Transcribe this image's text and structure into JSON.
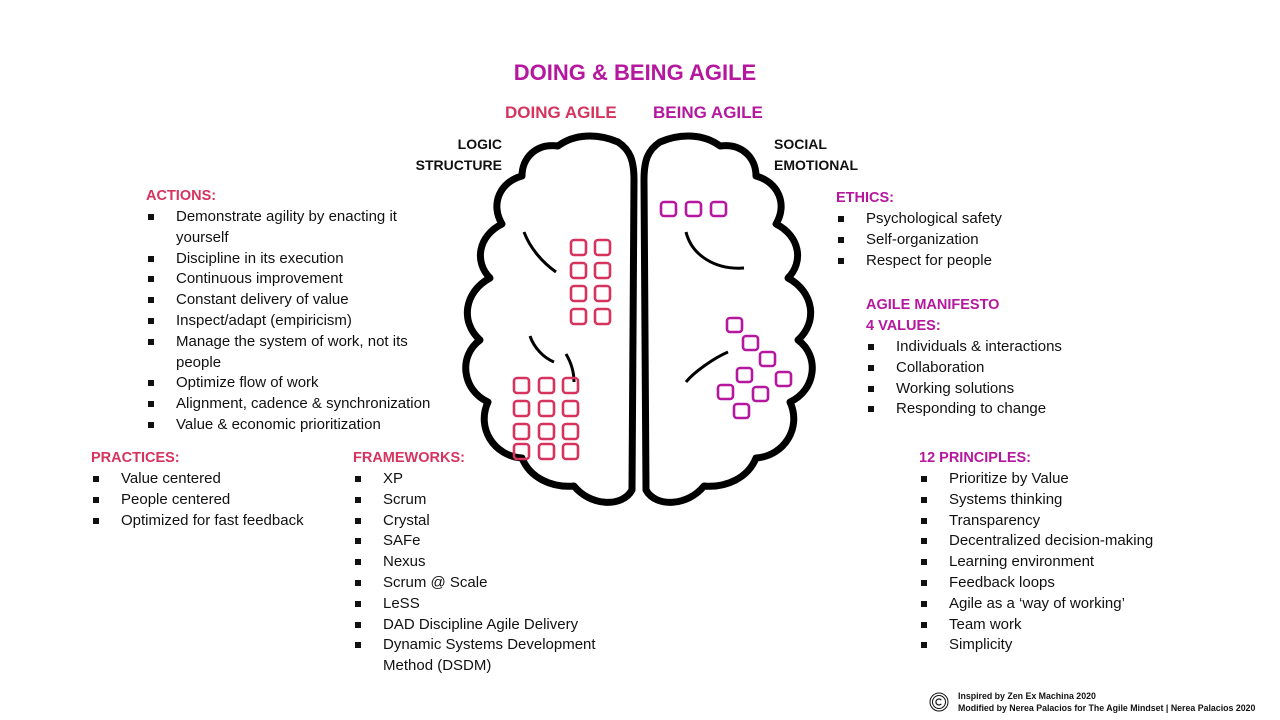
{
  "title": "DOING & BEING AGILE",
  "doing_header": "DOING AGILE",
  "being_header": "BEING AGILE",
  "left_label": {
    "line1": "LOGIC",
    "line2": "STRUCTURE"
  },
  "right_label": {
    "line1": "SOCIAL",
    "line2": "EMOTIONAL"
  },
  "actions": {
    "title": "ACTIONS:",
    "items": [
      "Demonstrate agility by enacting it yourself",
      "Discipline in its execution",
      "Continuous improvement",
      "Constant delivery of value",
      "Inspect/adapt (empiricism)",
      "Manage the system of work, not its people",
      "Optimize flow of work",
      "Alignment, cadence  & synchronization",
      "Value & economic prioritization"
    ]
  },
  "practices": {
    "title": "PRACTICES:",
    "items": [
      "Value centered",
      "People centered",
      "Optimized for fast feedback"
    ]
  },
  "frameworks": {
    "title": "FRAMEWORKS:",
    "items": [
      "XP",
      "Scrum",
      "Crystal",
      "SAFe",
      "Nexus",
      "Scrum @ Scale",
      "LeSS",
      "DAD Discipline Agile Delivery",
      "Dynamic Systems Development Method (DSDM)"
    ]
  },
  "ethics": {
    "title": "ETHICS:",
    "items": [
      "Psychological safety",
      "Self-organization",
      "Respect for people"
    ]
  },
  "manifesto": {
    "title_line1": "AGILE MANIFESTO",
    "title_line2": "4 VALUES:",
    "items": [
      "Individuals & interactions",
      "Collaboration",
      "Working solutions",
      "Responding to change"
    ]
  },
  "principles": {
    "title": "12 PRINCIPLES:",
    "items": [
      "Prioritize by Value",
      "Systems thinking",
      "Transparency",
      "Decentralized decision-making",
      "Learning environment",
      "Feedback loops",
      "Agile as a ‘way of working’",
      "Team work",
      "Simplicity"
    ]
  },
  "footer": {
    "line1": "Inspired by Zen Ex Machina 2020",
    "line2": "Modified by Nerea Palacios for The Agile Mindset | Nerea Palacios 2020"
  },
  "colors": {
    "doing": "#d6335e",
    "being": "#b5179e",
    "outline": "#000000"
  },
  "icons": [
    "brain-icon",
    "copyright-icon"
  ]
}
